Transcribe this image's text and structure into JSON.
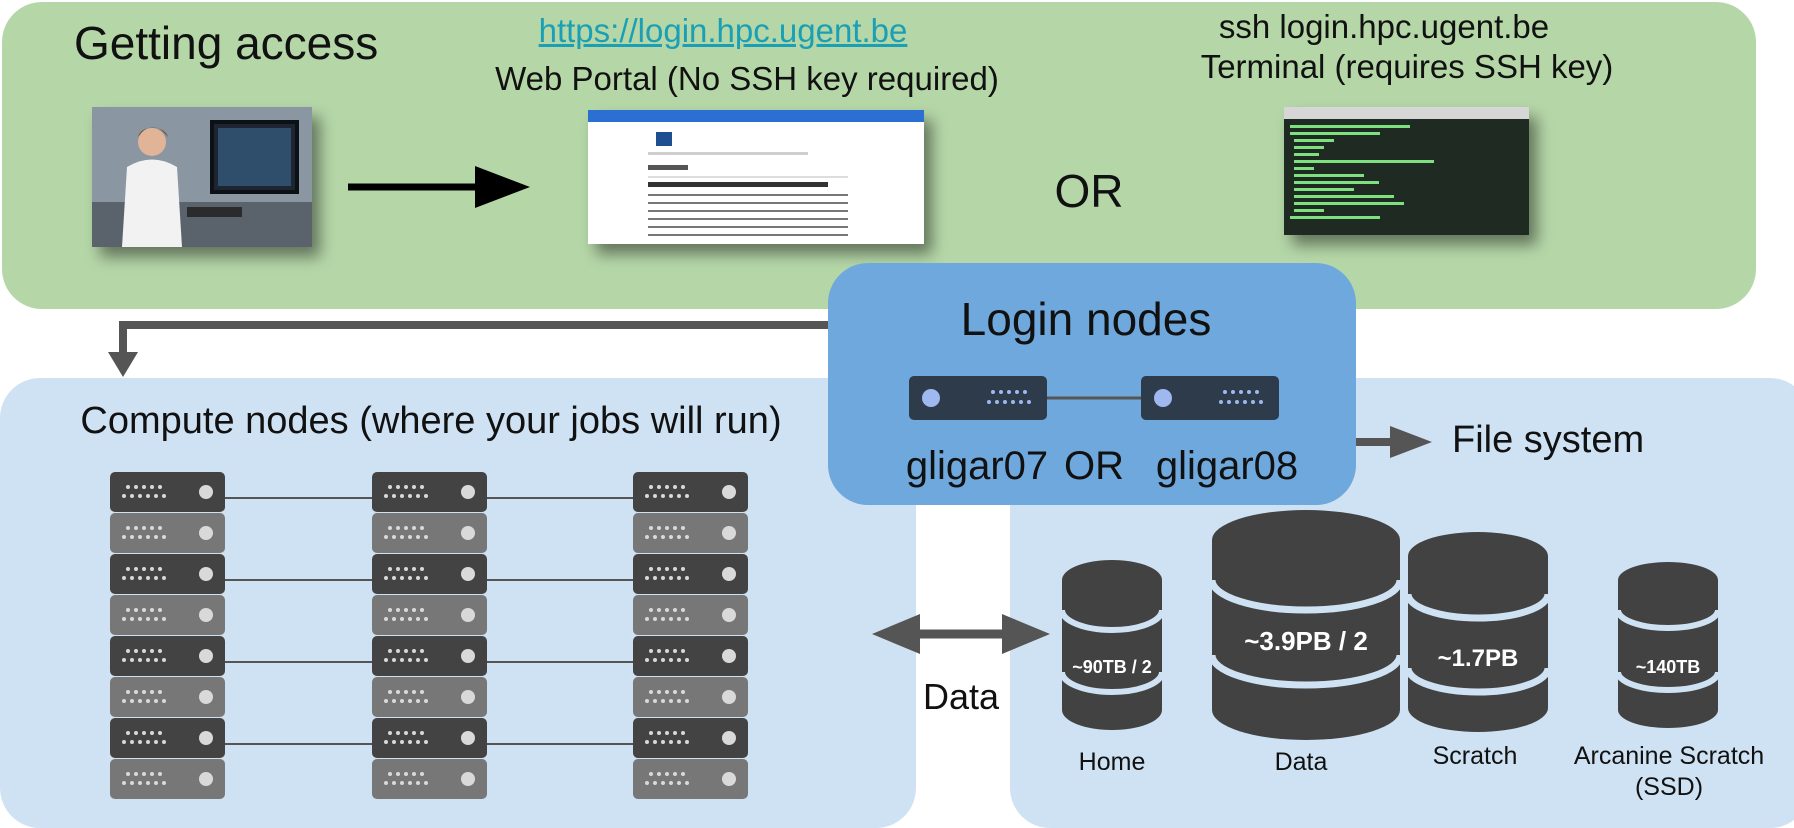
{
  "access": {
    "title": "Getting access",
    "portal_url": "https://login.hpc.ugent.be",
    "portal_caption": "Web Portal (No SSH key required)",
    "ssh_command": "ssh login.hpc.ugent.be",
    "terminal_caption": "Terminal (requires SSH key)",
    "or_label": "OR"
  },
  "login": {
    "title": "Login nodes",
    "node_a": "gligar07",
    "or_label": "OR",
    "node_b": "gligar08"
  },
  "compute": {
    "title": "Compute nodes (where your jobs will run)"
  },
  "filesystem": {
    "title": "File system",
    "data_link_label": "Data",
    "stores": [
      {
        "capacity": "~90TB / 2",
        "name": "Home"
      },
      {
        "capacity": "~3.9PB / 2",
        "name": "Data"
      },
      {
        "capacity": "~1.7PB",
        "name": "Scratch"
      },
      {
        "capacity": "~140TB",
        "name": "Arcanine Scratch",
        "name2": "(SSD)"
      }
    ]
  },
  "colors": {
    "access_bg": "#b5d7a8",
    "compute_bg": "#cfe2f3",
    "login_bg": "#6fa8dc",
    "server_dark": "#434343",
    "server_light": "#777777",
    "login_server": "#2d3b4a",
    "db_fill": "#424242"
  }
}
